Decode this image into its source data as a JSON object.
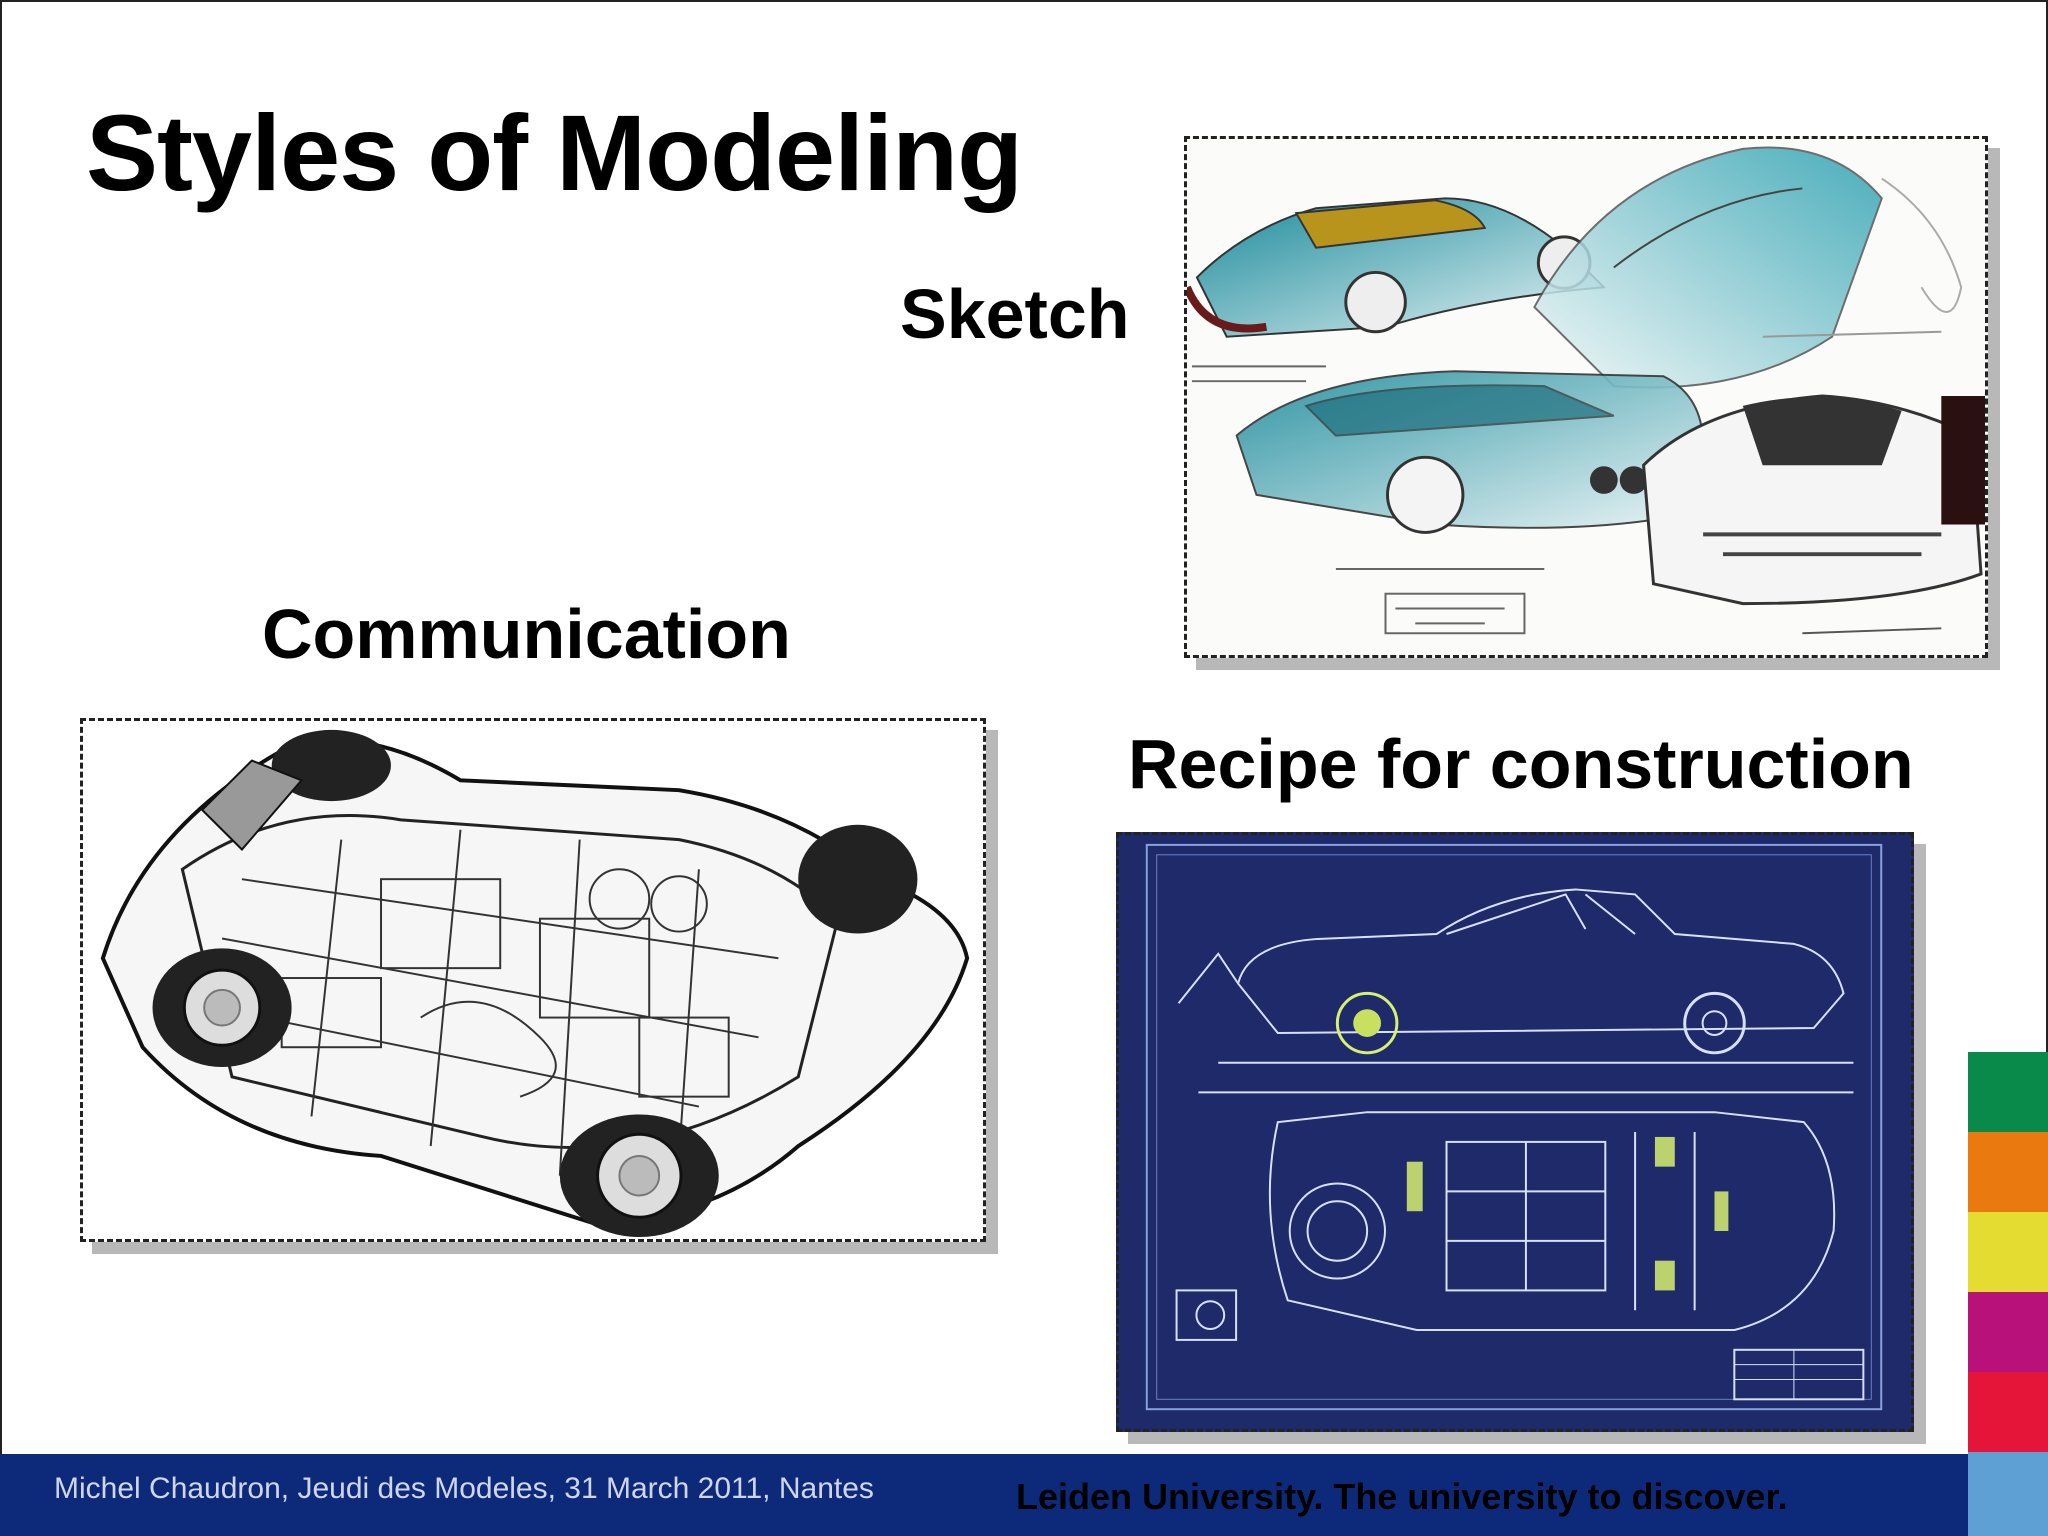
{
  "slide": {
    "title": "Styles of Modeling",
    "labels": {
      "sketch": "Sketch",
      "communication": "Communication",
      "recipe": "Recipe for construction"
    }
  },
  "footer": {
    "left_text": "Michel Chaudron, Jeudi des Modeles, 31 March 2011, Nantes",
    "right_text": "Leiden University. The university to discover."
  },
  "colors": {
    "footer_bg": "#0d2a7a",
    "color_strip": [
      "#0a8a4a",
      "#ea7a10",
      "#e4dc30",
      "#b8117a",
      "#e5153a",
      "#5e9fd4"
    ],
    "blueprint_bg": "#1e2a6a"
  }
}
